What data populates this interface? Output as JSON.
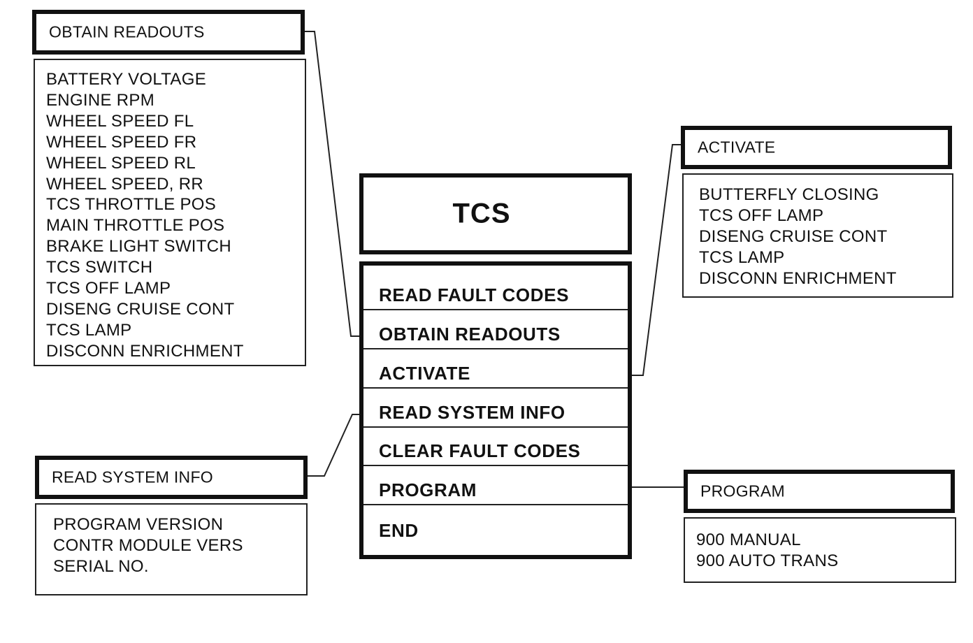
{
  "main": {
    "title": "TCS",
    "menu": [
      "READ FAULT CODES",
      "OBTAIN READOUTS",
      "ACTIVATE",
      "READ SYSTEM INFO",
      "CLEAR FAULT CODES",
      "PROGRAM",
      "END"
    ]
  },
  "obtain_readouts": {
    "header": "OBTAIN READOUTS",
    "items": [
      "BATTERY VOLTAGE",
      "ENGINE RPM",
      "WHEEL SPEED FL",
      "WHEEL SPEED FR",
      "WHEEL SPEED RL",
      "WHEEL SPEED, RR",
      "TCS THROTTLE POS",
      "MAIN THROTTLE POS",
      "BRAKE LIGHT SWITCH",
      "TCS SWITCH",
      "TCS OFF LAMP",
      "DISENG CRUISE CONT",
      "TCS LAMP",
      "DISCONN ENRICHMENT"
    ]
  },
  "read_system_info": {
    "header": "READ SYSTEM INFO",
    "items": [
      "PROGRAM VERSION",
      "CONTR MODULE VERS",
      "SERIAL NO."
    ]
  },
  "activate": {
    "header": "ACTIVATE",
    "items": [
      "BUTTERFLY CLOSING",
      "TCS OFF LAMP",
      "DISENG CRUISE CONT",
      "TCS LAMP",
      "DISCONN ENRICHMENT"
    ]
  },
  "program": {
    "header": "PROGRAM",
    "items": [
      "900 MANUAL",
      "900 AUTO TRANS"
    ]
  }
}
